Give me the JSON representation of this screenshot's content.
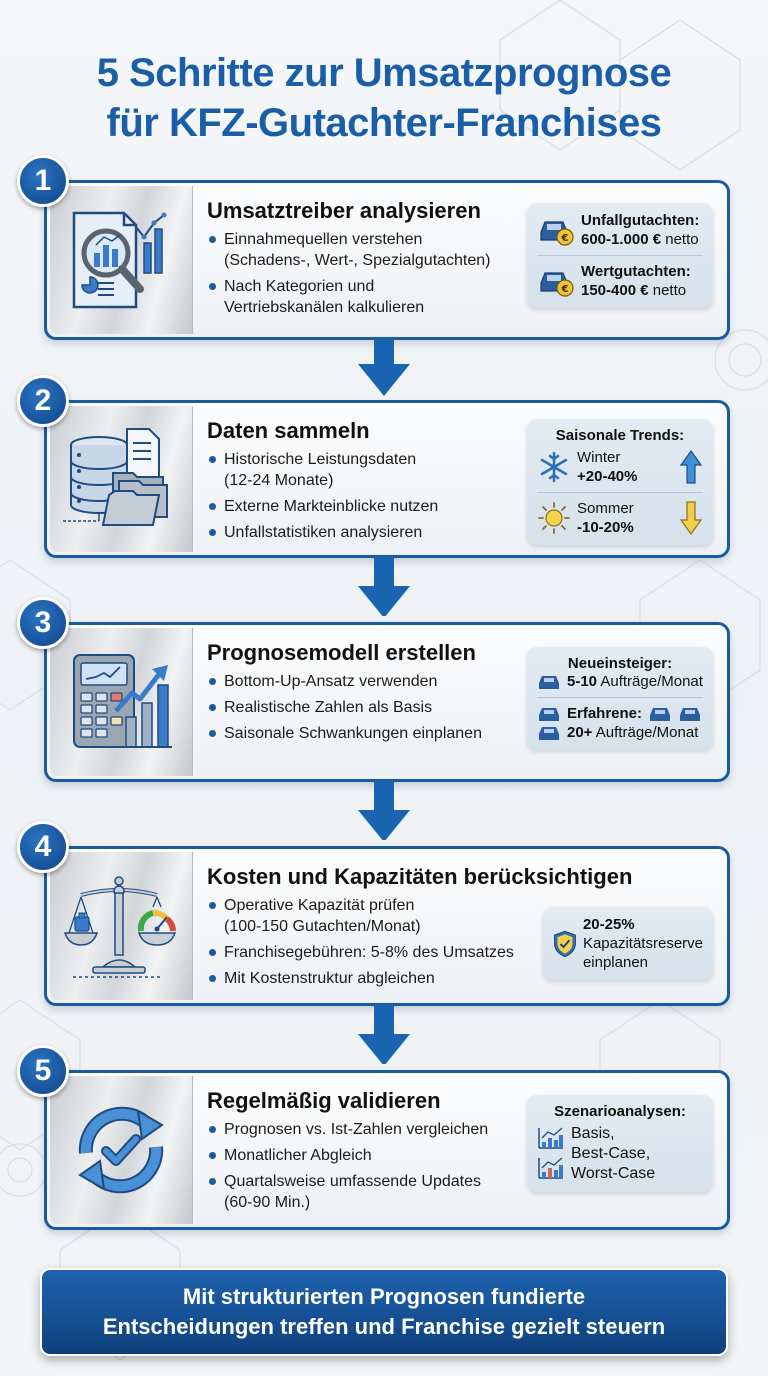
{
  "header": {
    "title_line1": "5 Schritte zur Umsatzprognose",
    "title_line2": "für KFZ-Gutachter-Franchises"
  },
  "colors": {
    "brand_blue": "#1c5aa0",
    "title_blue": "#1a5ea8",
    "arrow_blue": "#1864b0",
    "side_box_bg": "#dce5ee",
    "up_arrow": "#3f8fd6",
    "down_arrow": "#f2cd4a"
  },
  "steps": [
    {
      "number": "1",
      "icon": "magnifier-report-icon",
      "title": "Umsatztreiber analysieren",
      "bullets": [
        "Einnahmequellen verstehen\n(Schadens-, Wert-, Spezialgutachten)",
        "Nach Kategorien und\nVertriebskanälen kalkulieren"
      ],
      "side": {
        "items": [
          {
            "icon": "car-euro-icon",
            "label": "Unfallgutachten:",
            "value": "600-1.000 €",
            "suffix": "netto"
          },
          {
            "icon": "car-euro-icon",
            "label": "Wertgutachten:",
            "value": "150-400 €",
            "suffix": "netto"
          }
        ]
      }
    },
    {
      "number": "2",
      "icon": "database-folders-icon",
      "title": "Daten sammeln",
      "bullets": [
        "Historische Leistungsdaten\n(12-24 Monate)",
        "Externe Markteinblicke nutzen",
        "Unfallstatistiken analysieren"
      ],
      "side": {
        "heading": "Saisonale Trends:",
        "items": [
          {
            "icon": "snowflake-icon",
            "label": "Winter",
            "value": "+20-40%",
            "trend": "up"
          },
          {
            "icon": "sun-icon",
            "label": "Sommer",
            "value": "-10-20%",
            "trend": "down"
          }
        ]
      }
    },
    {
      "number": "3",
      "icon": "calculator-growth-icon",
      "title": "Prognosemodell erstellen",
      "bullets": [
        "Bottom-Up-Ansatz verwenden",
        "Realistische Zahlen als Basis",
        "Saisonale Schwankungen einplanen"
      ],
      "side": {
        "items": [
          {
            "label": "Neueinsteiger:",
            "value": "5-10",
            "suffix": "Aufträge/Monat",
            "cars": 1
          },
          {
            "label": "Erfahrene:",
            "value": "20+",
            "suffix": "Aufträge/Monat",
            "cars": 4
          }
        ]
      }
    },
    {
      "number": "4",
      "icon": "scale-gauge-icon",
      "title": "Kosten und Kapazitäten berücksichtigen",
      "bullets": [
        "Operative Kapazität prüfen\n(100-150 Gutachten/Monat)",
        "Franchisegebühren: 5-8% des Umsatzes",
        "Mit Kostenstruktur abgleichen"
      ],
      "side": {
        "icon": "shield-check-icon",
        "value": "20-25%",
        "text_line1": "Kapazitätsreserve",
        "text_line2": "einplanen"
      }
    },
    {
      "number": "5",
      "icon": "refresh-check-icon",
      "title": "Regelmäßig validieren",
      "bullets": [
        "Prognosen vs. Ist-Zahlen vergleichen",
        "Monatlicher Abgleich",
        "Quartalsweise umfassende Updates\n(60-90 Min.)"
      ],
      "side": {
        "heading": "Szenarioanalysen:",
        "line1": "Basis,",
        "line2": "Best-Case,",
        "line3": "Worst-Case"
      }
    }
  ],
  "footer": {
    "line1": "Mit strukturierten Prognosen fundierte",
    "line2": "Entscheidungen treffen und Franchise gezielt steuern"
  }
}
